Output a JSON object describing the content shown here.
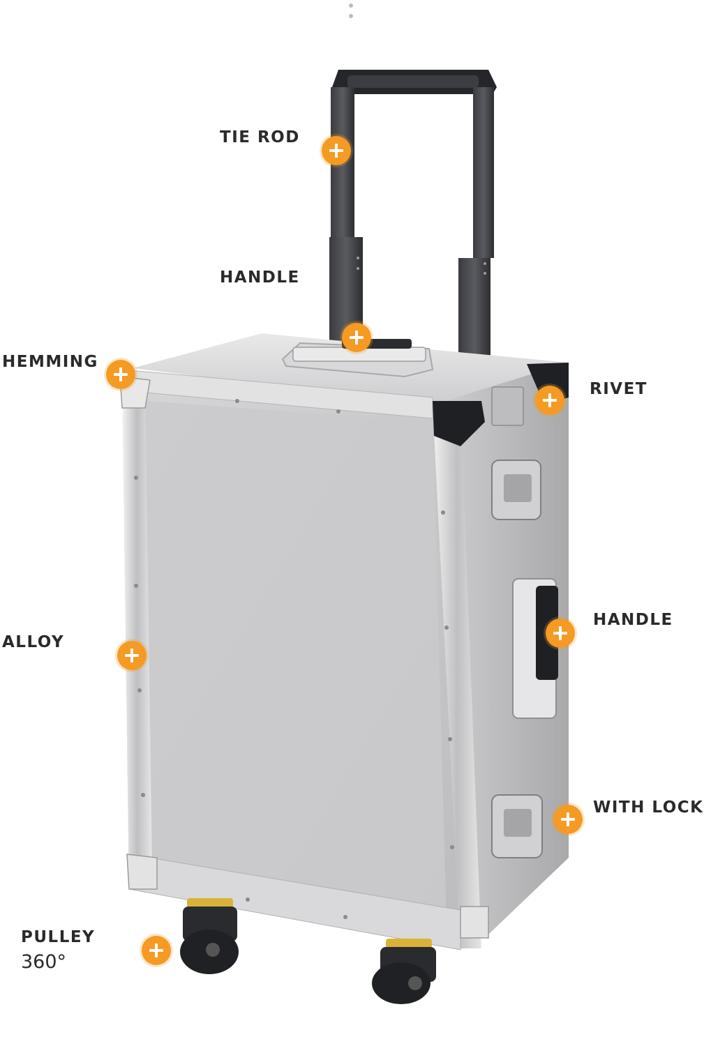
{
  "labels": {
    "tie_rod": "TIE ROD",
    "handle_top": "HANDLE",
    "hemming": "HEMMING",
    "rivet": "RIVET",
    "handle_side": "HANDLE",
    "alloy": "ALLOY",
    "with_lock": "WITH LOCK",
    "pulley": "PULLEY",
    "pulley_sub": "360°"
  },
  "colors": {
    "accent": "#f59a23",
    "aluminum": "#c9c9cb",
    "handle_black": "#2b2c2f"
  },
  "icons": {
    "hotspot": "plus-circle-icon",
    "menu": "vertical-dots-icon"
  }
}
